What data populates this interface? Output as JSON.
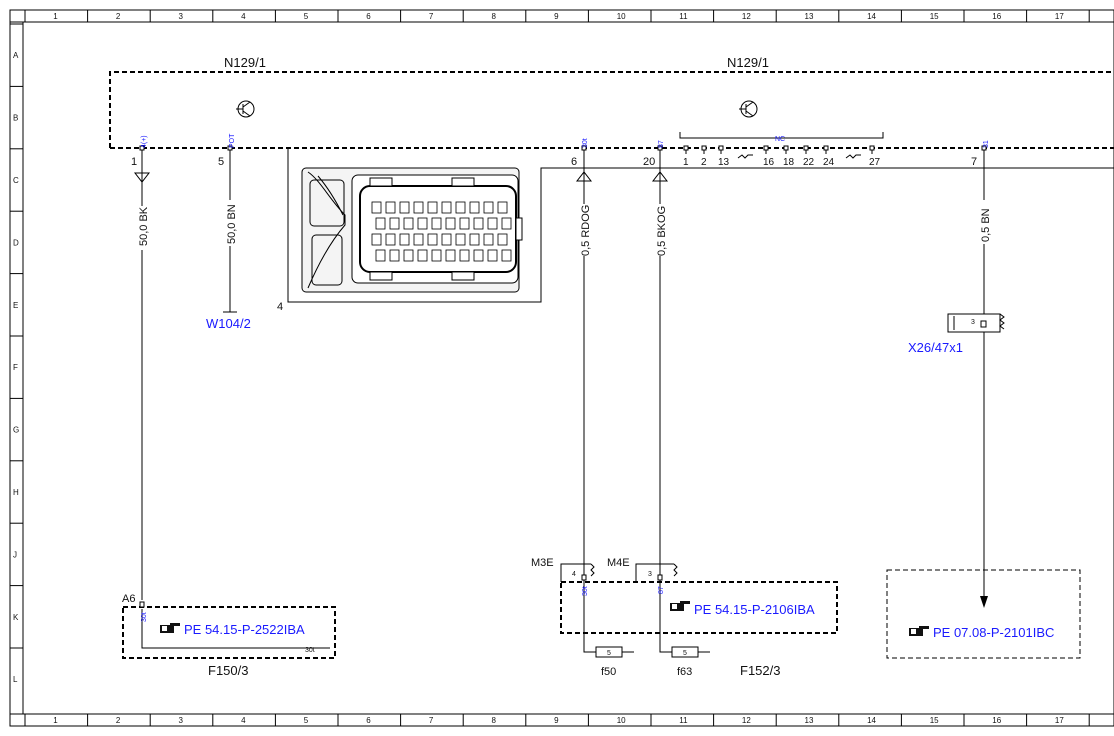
{
  "grid": {
    "columns": [
      "1",
      "2",
      "3",
      "4",
      "5",
      "6",
      "7",
      "8",
      "9",
      "10",
      "11",
      "12",
      "13",
      "14",
      "15",
      "16",
      "17"
    ],
    "rows": [
      "A",
      "B",
      "C",
      "D",
      "E",
      "F",
      "G",
      "H",
      "J",
      "K",
      "L"
    ]
  },
  "components": {
    "ecu_left_label": "N129/1",
    "ecu_right_label": "N129/1",
    "connector_ref": "4",
    "nc_label": "NC",
    "w104": "W104/2",
    "x26": "X26/47x1",
    "x26_pin": "3",
    "a6": "A6",
    "m3e": "M3E",
    "m4e": "M4E",
    "m3e_pin": "4",
    "m4e_pin": "3",
    "f150": "F150/3",
    "f152": "F152/3",
    "f50": "f50",
    "f63": "f63",
    "fuse_5a": "5",
    "fuse_5b": "5"
  },
  "pins": {
    "p1": "1",
    "p1_sig": "4(+)",
    "p5": "5",
    "p5_sig": "POT",
    "p6": "6",
    "p6_sig": "30t",
    "p20": "20",
    "p20_sig": "87",
    "p7": "7",
    "p7_sig": "31",
    "nc_pins": [
      "1",
      "2",
      "13",
      "16",
      "18",
      "22",
      "24",
      "27"
    ]
  },
  "wires": {
    "w1": "50,0 BK",
    "w5": "50,0 BN",
    "w6": "0,5 RDOG",
    "w20": "0,5 BKOG",
    "w7": "0,5 BN"
  },
  "refs": {
    "ref1": "PE 54.15-P-2522IBA",
    "ref2": "PE 54.15-P-2106IBA",
    "ref3": "PE 07.08-P-2101IBC",
    "a6_sig": "30t",
    "a6_sig2": "30t",
    "m3e_sig": "30t",
    "m4e_sig": "87"
  }
}
